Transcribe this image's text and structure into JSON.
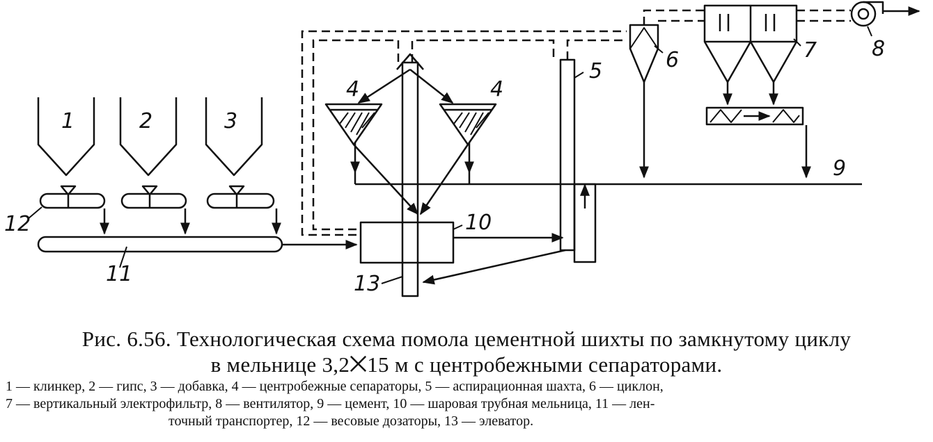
{
  "diagram": {
    "labels": {
      "bin_1": "1",
      "bin_2": "2",
      "bin_3": "3",
      "separator_left": "4",
      "separator_right": "4",
      "shaft": "5",
      "cyclone": "6",
      "electrofilter": "7",
      "fan": "8",
      "cement": "9",
      "mill": "10",
      "conveyor": "11",
      "dosers": "12",
      "elevator": "13"
    }
  },
  "caption": {
    "title_line1": "Рис. 6.56. Технологическая схема помола цементной шихты по замкнутому циклу",
    "title_line2": "в мельнице 3,2⨉15 м с центробежными сепараторами.",
    "legend_line1": "1 — клинкер, 2 — гипс, 3 — добавка, 4 — центробежные сепараторы, 5 — аспирационная шахта, 6 — циклон,",
    "legend_line2": "7 — вертикальный электрофильтр, 8 — вентилятор, 9 — цемент, 10 — шаровая трубная мельница, 11 — лен-",
    "legend_line3": "точный транспортер, 12 — весовые дозаторы, 13 — элеватор."
  }
}
